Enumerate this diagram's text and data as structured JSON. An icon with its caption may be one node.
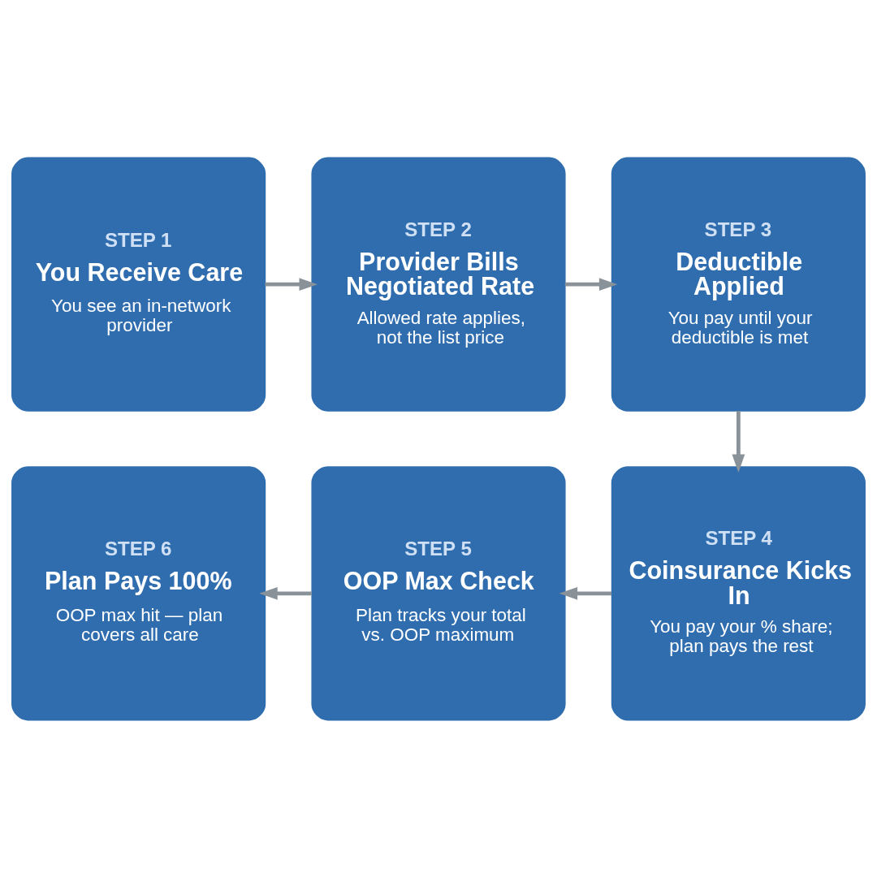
{
  "diagram": {
    "nodes": [
      {
        "text": [
          "STEP 1",
          "You Receive Care",
          "You see an in-network provider"
        ]
      },
      {
        "text": [
          "STEP 2",
          "Provider Bills Negotiated Rate",
          "Allowed rate applies, not the list price"
        ]
      },
      {
        "text": [
          "STEP 3",
          "Deductible Applied",
          "You pay until your deductible is met"
        ]
      },
      {
        "text": [
          "STEP 4",
          "Coinsurance Kicks In",
          "You pay your % share; plan pays the rest"
        ]
      },
      {
        "text": [
          "STEP 5",
          "OOP Max Check",
          "Plan tracks your total vs. OOP maximum"
        ]
      },
      {
        "text": [
          "STEP 6",
          "Plan Pays 100%",
          "OOP max hit — plan covers all care"
        ]
      }
    ],
    "edges": [
      {
        "from": 0,
        "to": 1,
        "arrow": "to"
      },
      {
        "from": 1,
        "to": 2,
        "arrow": "to"
      },
      {
        "from": 2,
        "to": 3,
        "arrow": "to"
      },
      {
        "from": 3,
        "to": 4,
        "arrow": "to"
      },
      {
        "from": 4,
        "to": 5,
        "arrow": "to"
      }
    ]
  }
}
